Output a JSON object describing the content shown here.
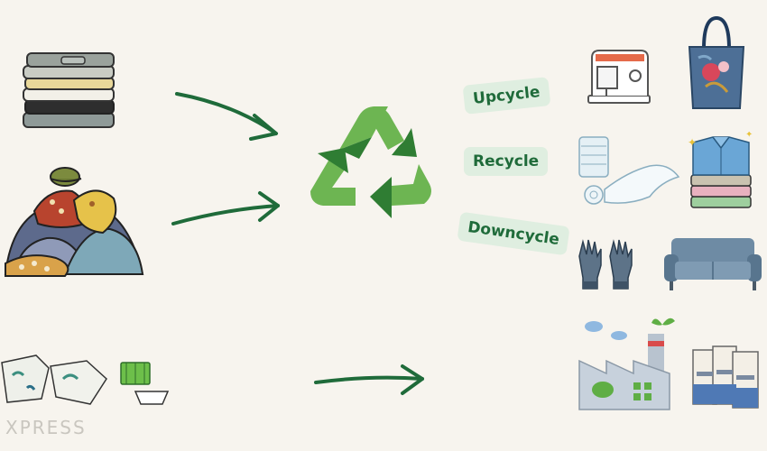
{
  "labels": {
    "upcycle": "Upcycle",
    "recycle": "Recycle",
    "downcycle": "Downcycle"
  },
  "watermark": "XPRESS",
  "colors": {
    "arrow": "#1f6b3a",
    "recycle_light": "#6db552",
    "recycle_dark": "#2f7d33",
    "pill_bg": "#dfeee0",
    "pill_text": "#1f6b3a",
    "background": "#f7f4ee"
  },
  "icons": [
    "folded-clothes-stack-icon",
    "clothing-pile-icon",
    "scrap-clothes-icon",
    "recycle-symbol-icon",
    "sewing-machine-icon",
    "tote-bag-icon",
    "thread-and-fabric-icon",
    "folded-shirts-icon",
    "gloves-icon",
    "sofa-icon",
    "factory-icon",
    "cement-bags-icon"
  ]
}
